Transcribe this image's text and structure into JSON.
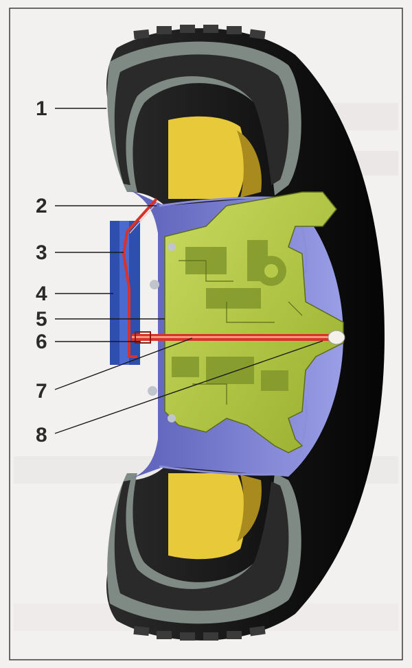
{
  "figure": {
    "callouts": [
      {
        "id": "1",
        "label": "1"
      },
      {
        "id": "2",
        "label": "2"
      },
      {
        "id": "3",
        "label": "3"
      },
      {
        "id": "4",
        "label": "4"
      },
      {
        "id": "5",
        "label": "5"
      },
      {
        "id": "6",
        "label": "6"
      },
      {
        "id": "7",
        "label": "7"
      },
      {
        "id": "8",
        "label": "8"
      }
    ],
    "colors": {
      "tire_outer": "#1c1c1c",
      "tire_carcass": "#7f8a84",
      "yellow_rim": "#e8c93a",
      "hub_green": "#b8cc4a",
      "blue_rim": "#6f73c9",
      "blue_bracket": "#2f4fae",
      "red_line": "#d8322a",
      "background": "#f3f1ef"
    }
  }
}
